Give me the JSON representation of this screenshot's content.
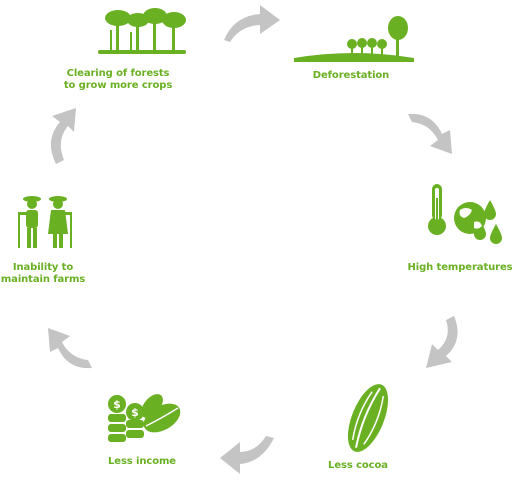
{
  "colors": {
    "accent": "#6ab023",
    "arrow": "#c4c4c4"
  },
  "stages": [
    {
      "id": "clearing",
      "icon": "trees-icon",
      "line1": "Clearing of forests",
      "line2": "to grow more crops"
    },
    {
      "id": "deforestation",
      "icon": "deforested-land-icon",
      "line1": "Deforestation",
      "line2": ""
    },
    {
      "id": "high-temperatures",
      "icon": "thermometer-globe-icon",
      "line1": "High temperatures",
      "line2": ""
    },
    {
      "id": "less-cocoa",
      "icon": "cocoa-bean-icon",
      "line1": "Less cocoa",
      "line2": ""
    },
    {
      "id": "less-income",
      "icon": "coins-and-pod-icon",
      "line1": "Less income",
      "line2": ""
    },
    {
      "id": "inability",
      "icon": "farmers-icon",
      "line1": "Inability to",
      "line2": "maintain farms"
    }
  ]
}
